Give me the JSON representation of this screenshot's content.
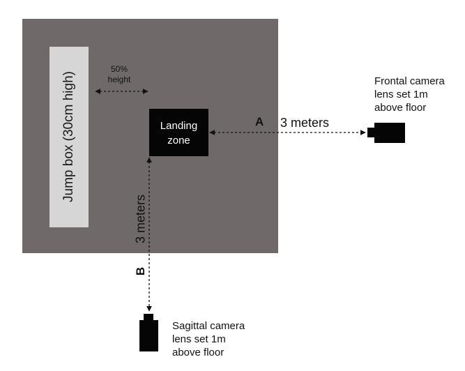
{
  "jump_box": {
    "label": "Jump box (30cm high)"
  },
  "landing_zone": {
    "label_line1": "Landing",
    "label_line2": "zone"
  },
  "height_marker": {
    "line1": "50%",
    "line2": "height"
  },
  "distance_a": {
    "letter": "A",
    "label": "3 meters"
  },
  "distance_b": {
    "letter": "B",
    "label": "3 meters"
  },
  "frontal_camera": {
    "line1": "Frontal camera",
    "line2": "lens set 1m",
    "line3": "above floor"
  },
  "sagittal_camera": {
    "line1": "Sagittal camera",
    "line2": "lens set 1m",
    "line3": "above floor"
  },
  "colors": {
    "floor": "#6f6a69",
    "jump_box": "#d6d6d6",
    "landing_zone": "#050505",
    "camera": "#050505",
    "arrow": "#111111"
  },
  "icons": [
    "camera-icon",
    "dashed-double-arrow"
  ]
}
